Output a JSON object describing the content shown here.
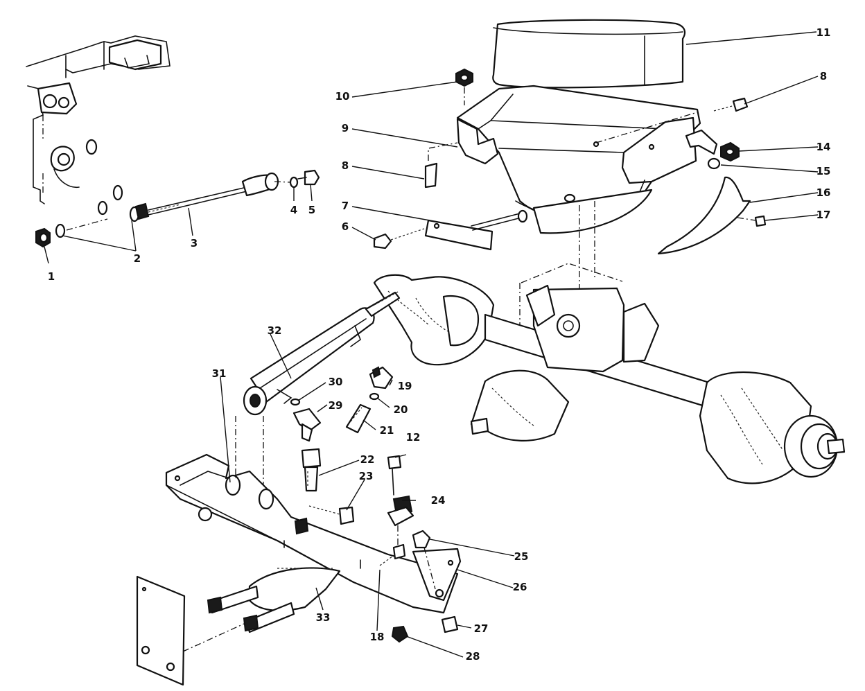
{
  "diagram": {
    "callouts": [
      {
        "id": "1",
        "label": "1"
      },
      {
        "id": "2",
        "label": "2"
      },
      {
        "id": "3",
        "label": "3"
      },
      {
        "id": "4",
        "label": "4"
      },
      {
        "id": "5",
        "label": "5"
      },
      {
        "id": "6",
        "label": "6"
      },
      {
        "id": "7",
        "label": "7"
      },
      {
        "id": "8a",
        "label": "8"
      },
      {
        "id": "8b",
        "label": "8"
      },
      {
        "id": "9",
        "label": "9"
      },
      {
        "id": "10",
        "label": "10"
      },
      {
        "id": "11",
        "label": "11"
      },
      {
        "id": "12",
        "label": "12"
      },
      {
        "id": "14",
        "label": "14"
      },
      {
        "id": "15",
        "label": "15"
      },
      {
        "id": "16",
        "label": "16"
      },
      {
        "id": "17",
        "label": "17"
      },
      {
        "id": "18",
        "label": "18"
      },
      {
        "id": "19",
        "label": "19"
      },
      {
        "id": "20",
        "label": "20"
      },
      {
        "id": "21",
        "label": "21"
      },
      {
        "id": "22",
        "label": "22"
      },
      {
        "id": "23",
        "label": "23"
      },
      {
        "id": "24",
        "label": "24"
      },
      {
        "id": "25",
        "label": "25"
      },
      {
        "id": "26",
        "label": "26"
      },
      {
        "id": "27",
        "label": "27"
      },
      {
        "id": "28",
        "label": "28"
      },
      {
        "id": "29",
        "label": "29"
      },
      {
        "id": "30",
        "label": "30"
      },
      {
        "id": "31",
        "label": "31"
      },
      {
        "id": "32",
        "label": "32"
      },
      {
        "id": "33",
        "label": "33"
      }
    ]
  }
}
